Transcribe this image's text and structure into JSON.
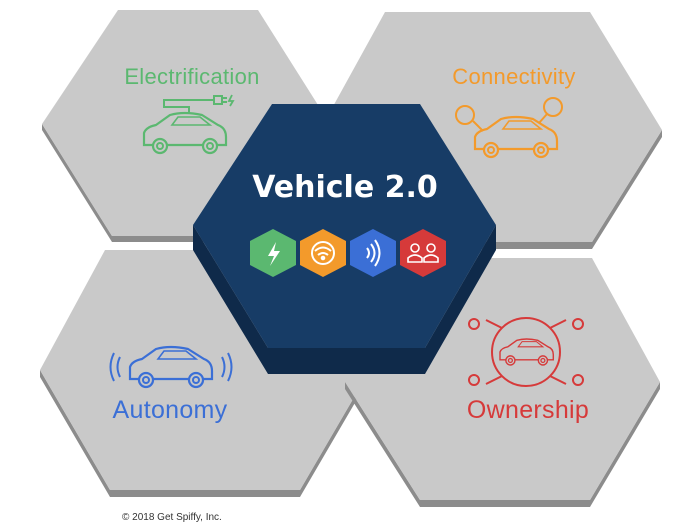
{
  "center": {
    "title": "Vehicle 2.0"
  },
  "tiles": [
    {
      "label": "Electrification",
      "color": "#5bb870",
      "icon": "electric-car-icon"
    },
    {
      "label": "Connectivity",
      "color": "#f39a2b",
      "icon": "connected-car-icon"
    },
    {
      "label": "Autonomy",
      "color": "#3b6fd6",
      "icon": "autonomous-car-icon"
    },
    {
      "label": "Ownership",
      "color": "#d63a3a",
      "icon": "shared-ownership-icon"
    }
  ],
  "badges": [
    {
      "icon": "lightning-icon",
      "color": "#5bb870"
    },
    {
      "icon": "wifi-icon",
      "color": "#f39a2b"
    },
    {
      "icon": "signal-waves-icon",
      "color": "#3b6fd6"
    },
    {
      "icon": "people-icon",
      "color": "#d63a3a"
    }
  ],
  "copyright": "© 2018 Get Spiffy, Inc."
}
